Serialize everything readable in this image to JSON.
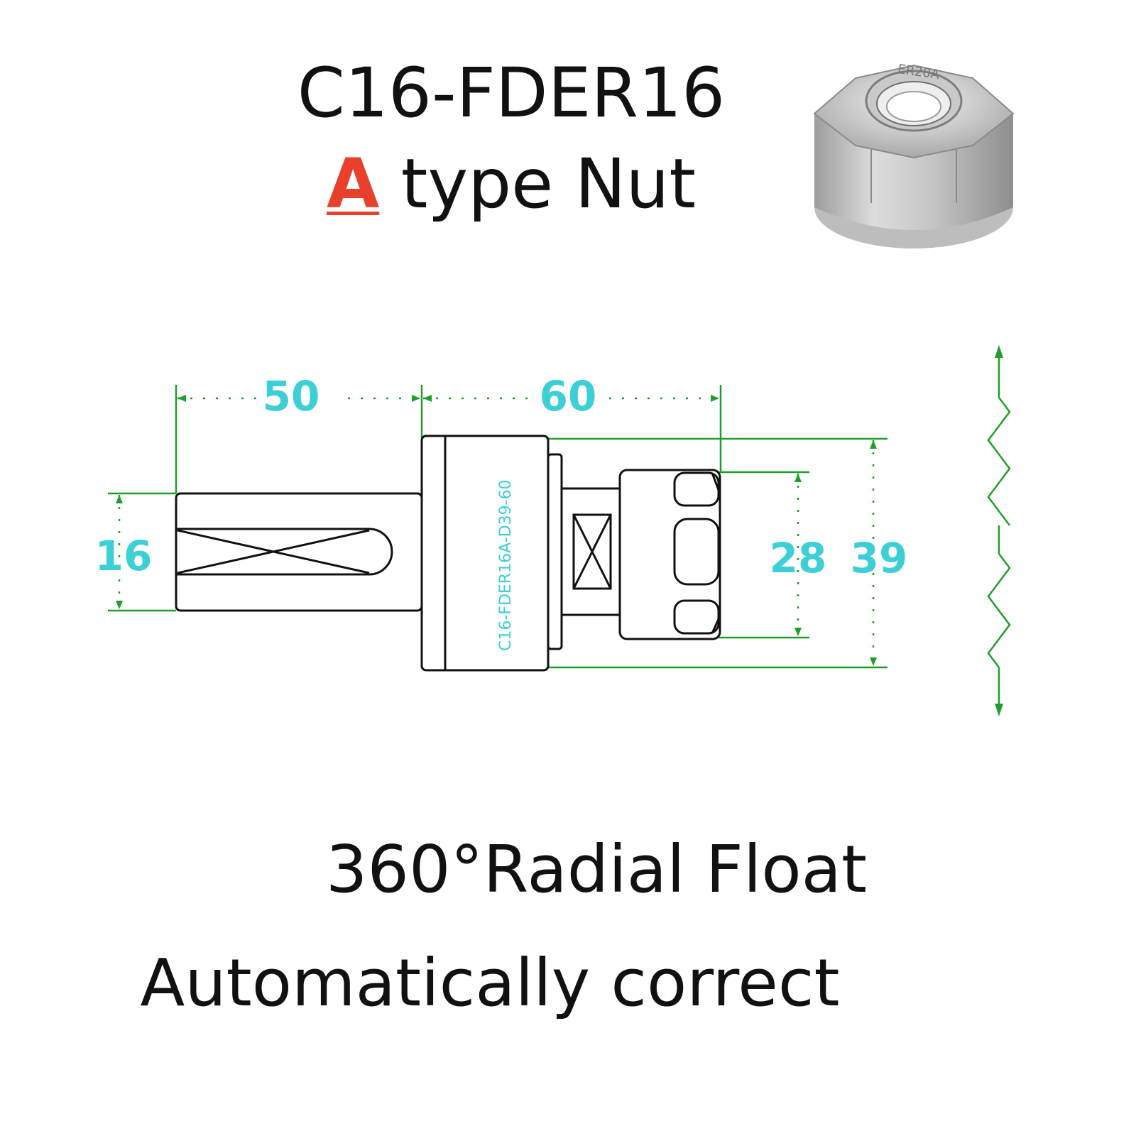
{
  "title": "C16-FDER16",
  "subtitle": {
    "accent": "A",
    "rest": " type Nut"
  },
  "nut_engraving": "ER20A",
  "drawing": {
    "engraving": "C16-FDER16A-D39-60",
    "dims": {
      "shank_length": "50",
      "body_length": "60",
      "shank_diameter": "16",
      "nut_diameter": "28",
      "body_diameter": "39"
    }
  },
  "features": [
    "360°Radial Float",
    "Automatically correct"
  ],
  "colors": {
    "dimension_text": "#3ccfd6",
    "dimension_line": "#1f9e2a",
    "accent": "#e8402a",
    "outline": "#111111"
  }
}
